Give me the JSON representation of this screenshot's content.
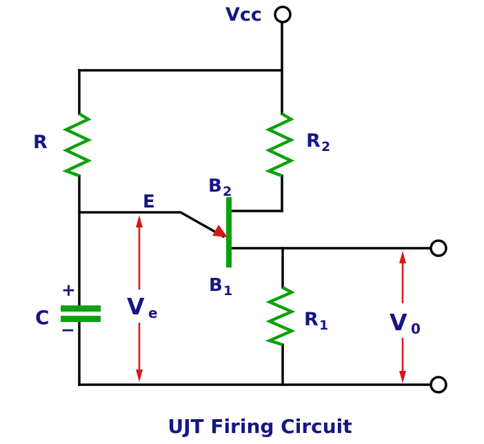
{
  "diagram": {
    "title": "UJT Firing Circuit",
    "labels": {
      "vcc": "Vcc",
      "r": "R",
      "r2": {
        "base": "R",
        "sub": "2"
      },
      "r1": {
        "base": "R",
        "sub": "1"
      },
      "e": "E",
      "b2": {
        "base": "B",
        "sub": "2"
      },
      "b1": {
        "base": "B",
        "sub": "1"
      },
      "c": "C",
      "capacitor_plus": "+",
      "capacitor_minus": "−",
      "ve": {
        "base": "V",
        "sub": "e"
      },
      "v0": {
        "base": "V",
        "sub": "0"
      }
    },
    "colors": {
      "wire": "#000000",
      "component_green": "#0da10d",
      "arrow_red": "#d81717",
      "label_navy": "#161685",
      "background": "#ffffff"
    }
  }
}
